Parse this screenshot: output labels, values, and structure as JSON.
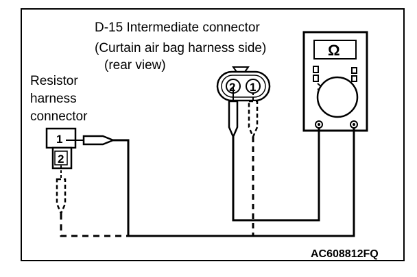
{
  "labels": {
    "connector_line1": "D-15 Intermediate connector",
    "connector_line2": "(Curtain air bag harness side)",
    "connector_line3": "(rear view)",
    "resistor_line1": "Resistor",
    "resistor_line2": "harness",
    "resistor_line3": "connector",
    "figure_code": "AC608812FQ"
  },
  "meter": {
    "symbol": "Ω"
  },
  "pins": {
    "d15_pin_a": "2",
    "d15_pin_b": "1",
    "res_pin_a": "1",
    "res_pin_b": "2"
  }
}
